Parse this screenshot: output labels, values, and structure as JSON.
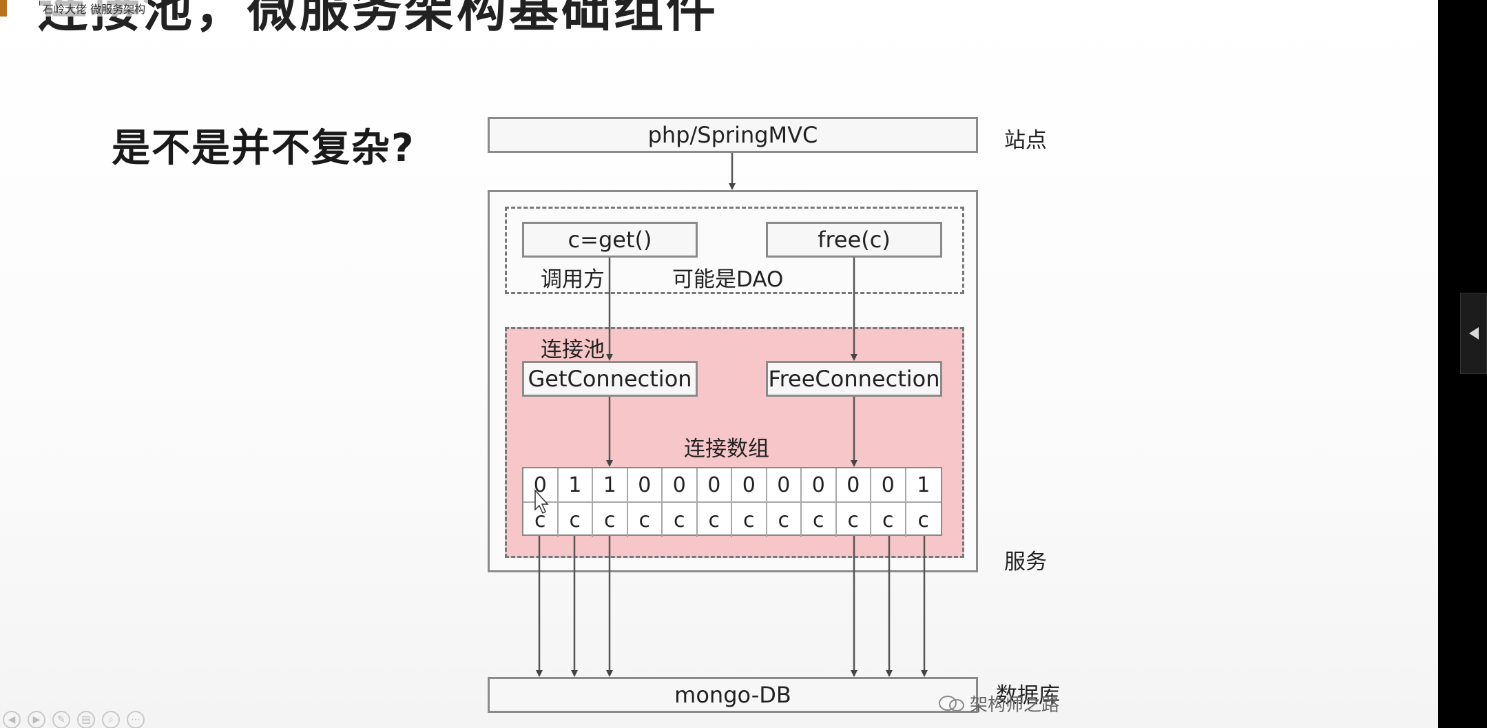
{
  "slide": {
    "heading": "连接池，微服务架构基础组件",
    "overlay_caption": "石岭大佬 微服务架构",
    "question": "是不是并不复杂?",
    "watermark": "架构师之路"
  },
  "diagram": {
    "site_box": "php/SpringMVC",
    "site_label": "站点",
    "caller_get": "c=get()",
    "caller_free": "free(c)",
    "caller_label": "调用方",
    "dao_label": "可能是DAO",
    "pool_label": "连接池",
    "get_connection": "GetConnection",
    "free_connection": "FreeConnection",
    "array_label": "连接数组",
    "flags": [
      "0",
      "1",
      "1",
      "0",
      "0",
      "0",
      "0",
      "0",
      "0",
      "0",
      "0",
      "1"
    ],
    "conns": [
      "c",
      "c",
      "c",
      "c",
      "c",
      "c",
      "c",
      "c",
      "c",
      "c",
      "c",
      "c"
    ],
    "service_label": "服务",
    "db_box": "mongo-DB",
    "db_label": "数据库"
  },
  "colors": {
    "pool_fill": "#f7c6c8",
    "box_fill": "#f7f7f7",
    "accent": "#b8731a"
  },
  "icons": [
    "collapse-arrow-icon",
    "prev-icon",
    "next-icon",
    "pen-icon",
    "menu-icon",
    "zoom-icon",
    "more-icon"
  ]
}
